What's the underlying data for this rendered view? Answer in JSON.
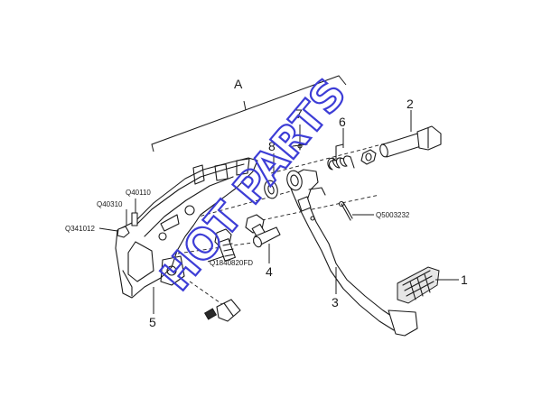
{
  "assembly_label": "A",
  "callouts": {
    "c1": "1",
    "c2": "2",
    "c3": "3",
    "c4": "4",
    "c5": "5",
    "c6": "6",
    "c7": "7",
    "c8": "8"
  },
  "part_codes": {
    "q40110": "Q40110",
    "q40310": "Q40310",
    "q341012": "Q341012",
    "q1840820fd": "Q1840820FD",
    "q5003232": "Q5003232"
  },
  "watermark": "HOT PARTS",
  "colors": {
    "line": "#1a1a1a",
    "watermark": "#3d3dd6",
    "background": "#ffffff"
  }
}
